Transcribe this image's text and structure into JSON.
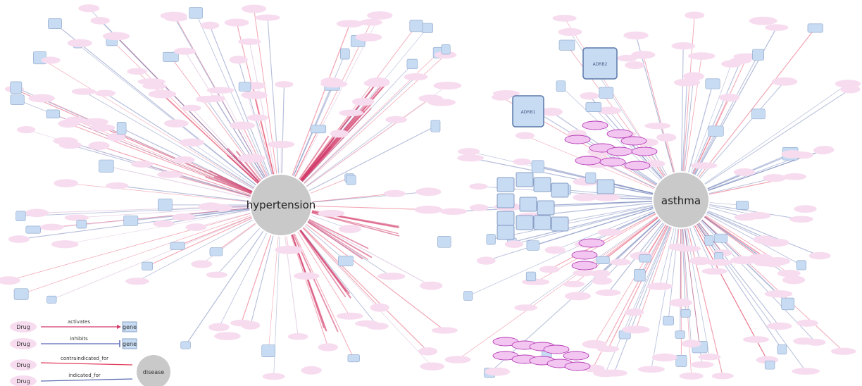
{
  "diseases": [
    {
      "id": "hypertension",
      "label": "hypertension"
    },
    {
      "id": "asthma",
      "label": "asthma"
    }
  ],
  "gene_labels": {
    "adrb2": "ADRB2",
    "adrb1": "ADRB1"
  },
  "legend": {
    "rows": [
      {
        "source": "Drug",
        "relation": "activates",
        "target": "gene"
      },
      {
        "source": "Drug",
        "relation": "inhibits",
        "target": "gene"
      },
      {
        "source": "Drug",
        "relation": "contraindicated_for",
        "target": ""
      },
      {
        "source": "Drug",
        "relation": "indicated_for",
        "target": ""
      }
    ],
    "disease_label": "disease"
  },
  "colors": {
    "drug_fill": "#f7dcef",
    "drug_text": "#8a5a7a",
    "gene_fill": "#c7dbf3",
    "gene_stroke": "#8aa3c8",
    "disease_fill": "#c9c9c9",
    "edge_activates": "#d43a6a",
    "edge_inhibits": "#5a66b8",
    "edge_contraindicated": "#e23a5a",
    "edge_indicated": "#5b6eb0",
    "cluster_fill": "#f2c6f0",
    "cluster_stroke": "#b53ab5"
  }
}
